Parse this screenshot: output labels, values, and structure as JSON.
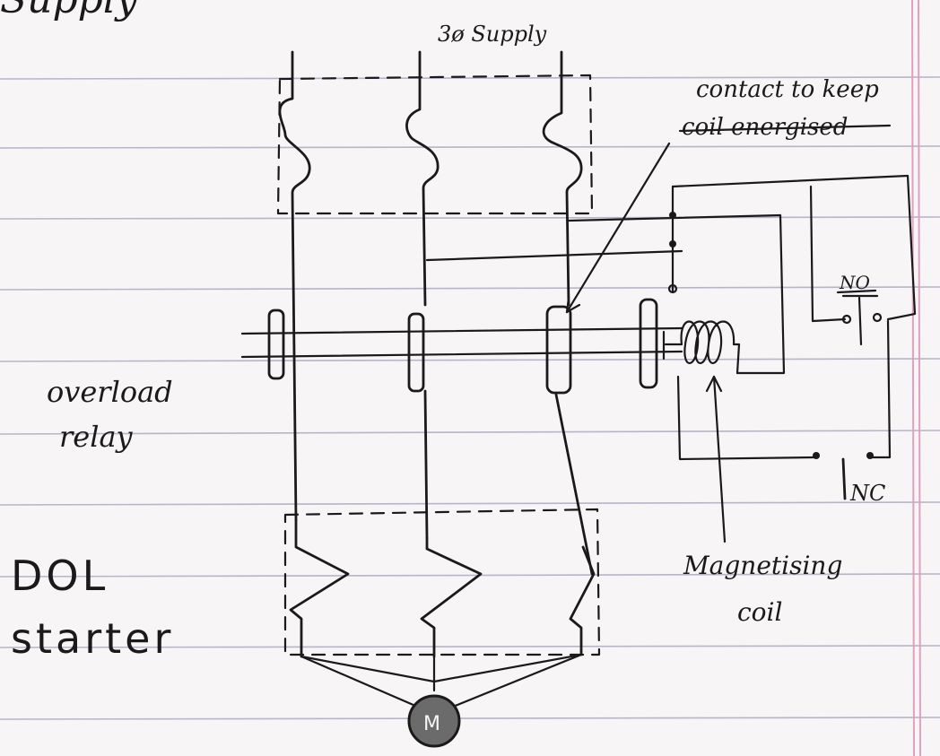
{
  "header": {
    "partial_text": "Supply"
  },
  "labels": {
    "supply": "3ø Supply",
    "hold_contact": [
      "contact to keep",
      "coil energised"
    ],
    "overload_relay": [
      "overload",
      "relay"
    ],
    "starter": [
      "DOL",
      "starter"
    ],
    "no_contact": "NO",
    "nc_contact": "NC",
    "magnetising_coil": [
      "Magnetising",
      "coil"
    ],
    "motor": "M"
  },
  "colors": {
    "ink": "#1a1a1a",
    "paper": "#f7f5f6",
    "ruled_line": "#b8b4c9",
    "margin_line": "#e0a0c0"
  }
}
